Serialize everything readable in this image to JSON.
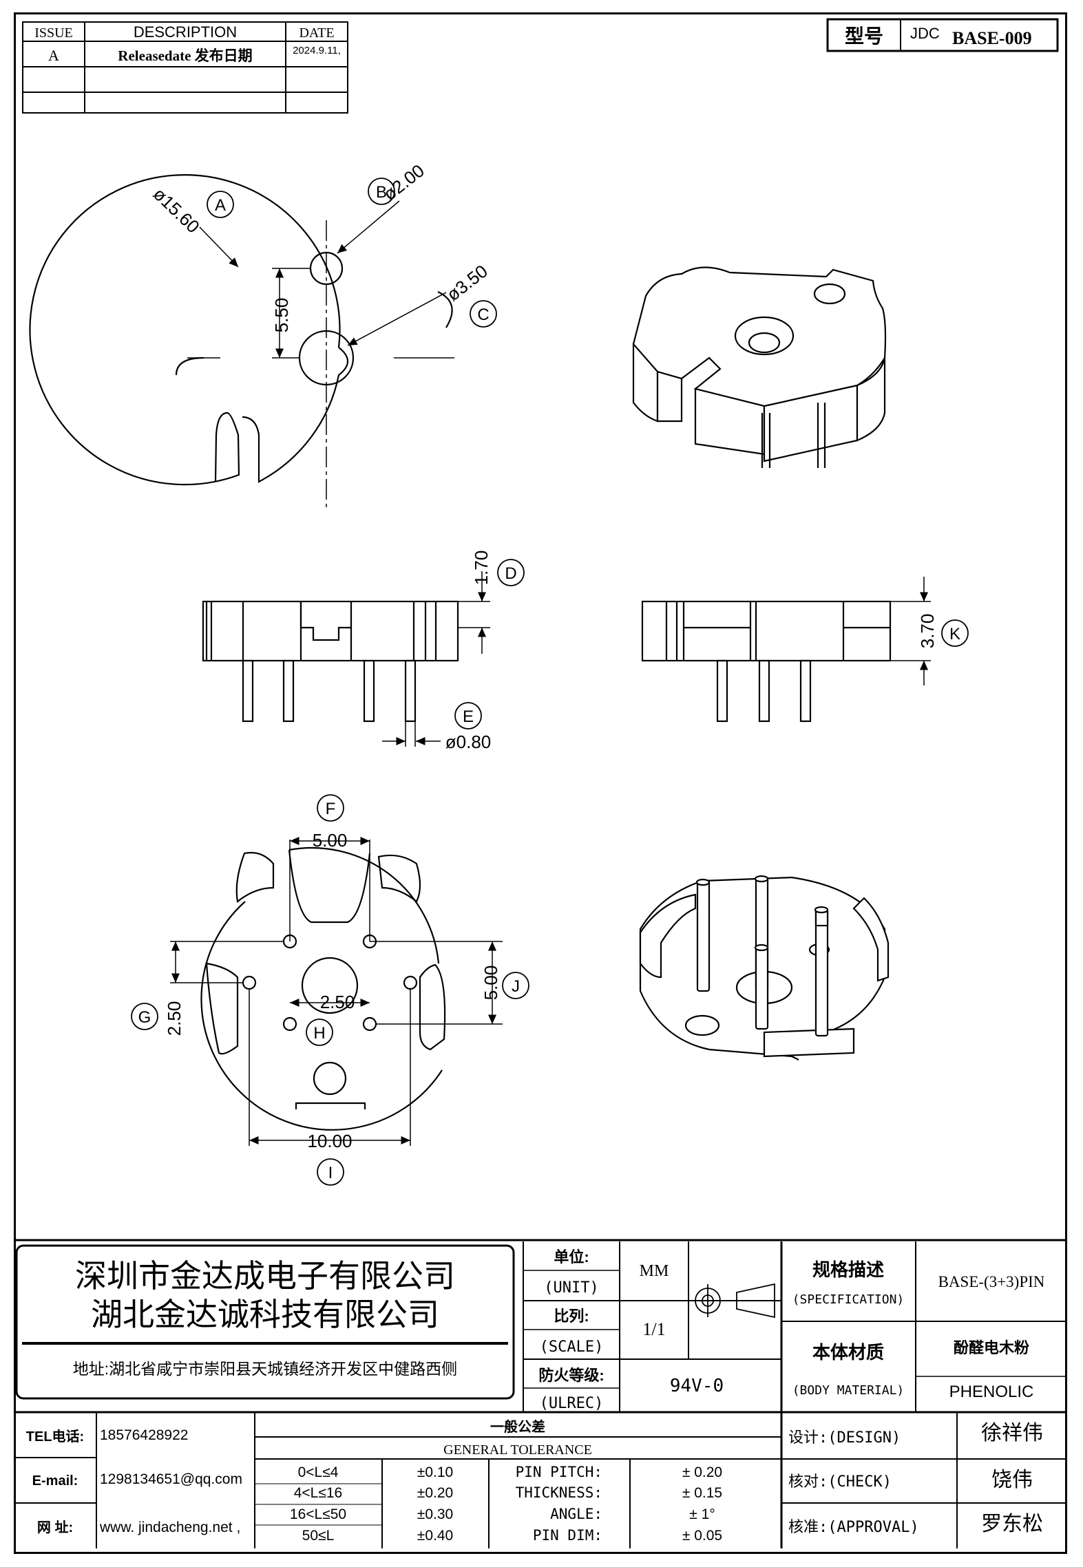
{
  "revision_table": {
    "headers": [
      "ISSUE",
      "DESCRIPTION",
      "DATE"
    ],
    "rows": [
      [
        "A",
        "Releasedate 发布日期",
        "2024.9.11,"
      ],
      [
        "",
        "",
        ""
      ],
      [
        "",
        "",
        ""
      ]
    ]
  },
  "model": {
    "label": "型号",
    "value_prefix": "JDC",
    "value": "BASE-009"
  },
  "dimensions": {
    "A": "ø15.60",
    "B": "ø2.00",
    "C": "ø3.50",
    "height_top": "5.50",
    "D": "1.70",
    "E": "ø0.80",
    "K": "3.70",
    "F": "5.00",
    "G": "2.50",
    "H": "2.50",
    "J": "5.00",
    "I": "10.00"
  },
  "callouts": [
    "A",
    "B",
    "C",
    "D",
    "E",
    "F",
    "G",
    "H",
    "I",
    "J",
    "K"
  ],
  "company": {
    "name1": "深圳市金达成电子有限公司",
    "name2": "湖北金达诚科技有限公司",
    "address": "地址:湖北省咸宁市崇阳县天城镇经济开发区中健路西侧"
  },
  "title_block": {
    "unit_cn": "单位:",
    "unit_en": "(UNIT)",
    "unit_value": "MM",
    "scale_cn": "比列:",
    "scale_en": "(SCALE)",
    "scale_value": "1/1",
    "fire_cn": "防火等级:",
    "fire_en": "(ULREC)",
    "fire_value": "94V-0",
    "spec_cn": "规格描述",
    "spec_en": "(SPECIFICATION)",
    "spec_value": "BASE-(3+3)PIN",
    "material_cn": "本体材质",
    "material_en": "(BODY MATERIAL)",
    "material_value_cn": "酚醛电木粉",
    "material_value_en": "PHENOLIC"
  },
  "contact": {
    "tel_label": "TEL电话:",
    "tel": "18576428922",
    "email_label": "E-mail:",
    "email": "1298134651@qq.com",
    "web_label": "网  址:",
    "web": "www. jindacheng.net ,"
  },
  "tolerance": {
    "title_cn": "一般公差",
    "title_en": "GENERAL TOLERANCE",
    "ranges": [
      [
        "0<L≤4",
        "±0.10"
      ],
      [
        "4<L≤16",
        "±0.20"
      ],
      [
        "16<L≤50",
        "±0.30"
      ],
      [
        "50≤L",
        "±0.40"
      ]
    ],
    "specs": [
      [
        "PIN PITCH:",
        "±  0.20"
      ],
      [
        "THICKNESS:",
        "±  0.15"
      ],
      [
        "ANGLE:",
        "±  1°"
      ],
      [
        "PIN DIM:",
        "±  0.05"
      ]
    ]
  },
  "approvals": {
    "design_label": "设计:(DESIGN)",
    "design": "徐祥伟",
    "check_label": "核对:(CHECK)",
    "check": "饶伟",
    "approval_label": "核准:(APPROVAL)",
    "approval": "罗东松"
  }
}
